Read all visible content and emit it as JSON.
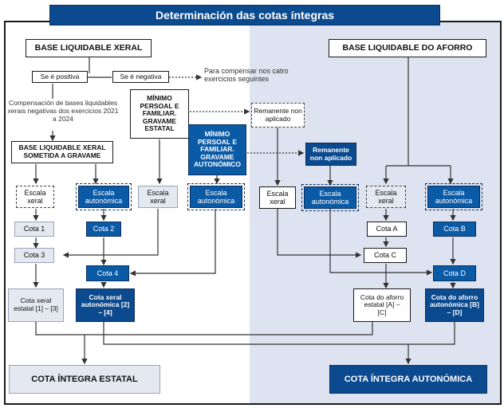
{
  "title": "Determinación das cotas íntegras",
  "base_xeral": "BASE LIQUIDABLE XERAL",
  "base_aforro": "BASE LIQUIDABLE DO AFORRO",
  "se_positiva": "Se é positiva",
  "se_negativa": "Se é negativa",
  "compensar_note": "Para compensar nos catro exercicios seguintes",
  "compensacion_note": "Compensación de bases liquidables xerais negativas dos exercicios 2021 a 2024",
  "base_gravame": "BASE LIQUIDABLE XERAL SOMETIDA A GRAVAME",
  "minimo_estatal": "MÍNIMO PERSOAL E FAMILIAR. GRAVAME ESTATAL",
  "minimo_autonomico": "MÍNIMO PERSOAL E FAMILIAR. GRAVAME AUTONÓMICO",
  "remanente_1": "Remanente non aplicado",
  "remanente_2": "Remanente non aplicado",
  "escala_xeral_1": "Escala xeral",
  "escala_autonomica_1": "Escala autonómica",
  "escala_xeral_2": "Escala xeral",
  "escala_autonomica_2": "Escala autonómica",
  "escala_xeral_3": "Escala xeral",
  "escala_autonomica_3": "Escala autonómica",
  "escala_xeral_4": "Escala xeral",
  "escala_autonomica_4": "Escala autonómica",
  "cota_1": "Cota 1",
  "cota_2": "Cota 2",
  "cota_3": "Cota 3",
  "cota_4": "Cota 4",
  "cota_a": "Cota A",
  "cota_b": "Cota B",
  "cota_c": "Cota C",
  "cota_d": "Cota D",
  "cota_xeral_estatal": "Cota xeral estatal [1] – [3]",
  "cota_xeral_autonomica": "Cota xeral autonómica [2] – [4]",
  "cota_aforro_estatal": "Cota do aforro estatal [A] – [C]",
  "cota_aforro_autonomica": "Cota do aforro autonómica [B] – [D]",
  "cota_integra_estatal": "COTA ÍNTEGRA ESTATAL",
  "cota_integra_autonomica": "COTA ÍNTEGRA AUTONÓMICA"
}
